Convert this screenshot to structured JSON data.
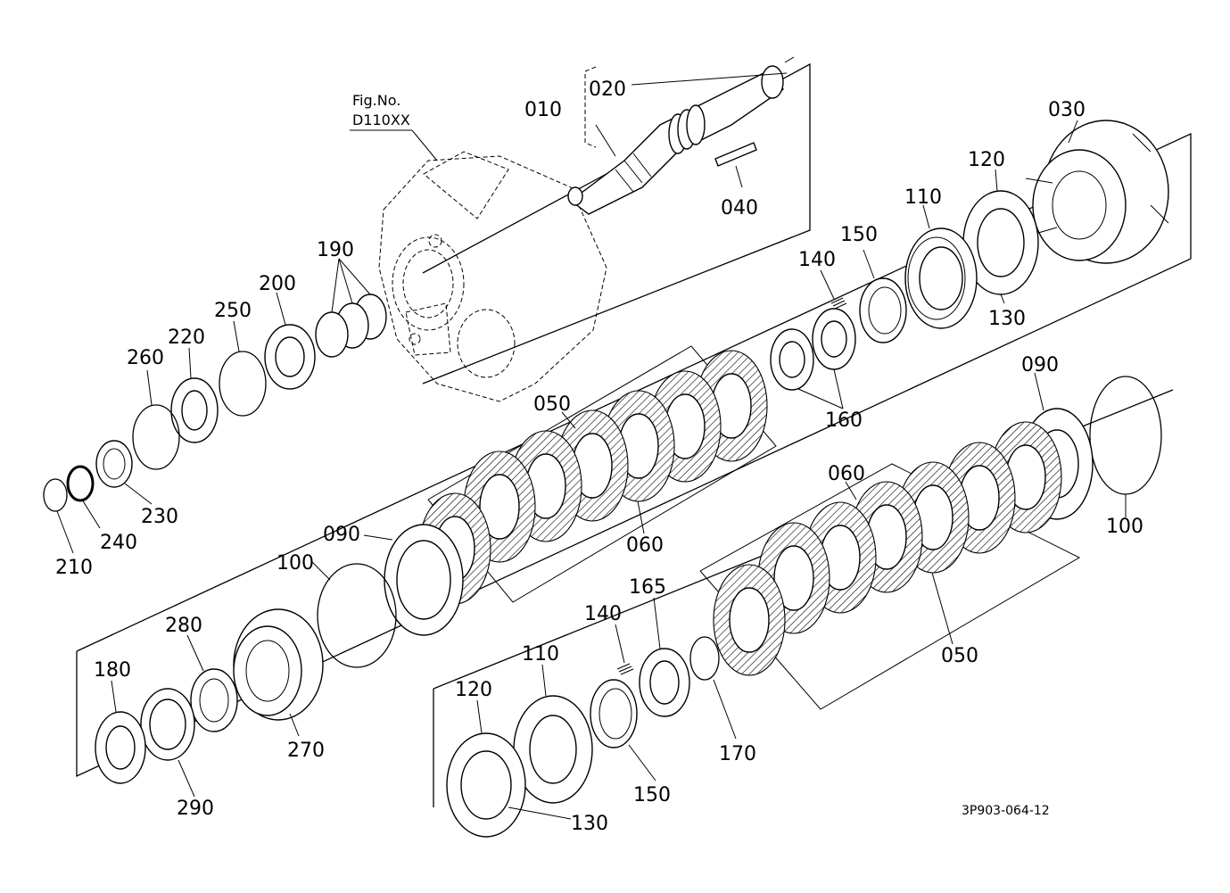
{
  "reference": {
    "fig_no_label": "Fig.No.",
    "fig_no_value": "D110XX",
    "drawing_code": "3P903-064-12"
  },
  "callouts": {
    "p010": "010",
    "p020": "020",
    "p030": "030",
    "p040": "040",
    "p050a": "050",
    "p050b": "050",
    "p060a": "060",
    "p060b": "060",
    "p090a": "090",
    "p090b": "090",
    "p100a": "100",
    "p100b": "100",
    "p110a": "110",
    "p110b": "110",
    "p120a": "120",
    "p120b": "120",
    "p130a": "130",
    "p130b": "130",
    "p140a": "140",
    "p140b": "140",
    "p150a": "150",
    "p150b": "150",
    "p160": "160",
    "p165": "165",
    "p170": "170",
    "p180": "180",
    "p190": "190",
    "p200": "200",
    "p210": "210",
    "p220": "220",
    "p230": "230",
    "p240": "240",
    "p250": "250",
    "p260": "260",
    "p270": "270",
    "p280": "280",
    "p290": "290"
  }
}
